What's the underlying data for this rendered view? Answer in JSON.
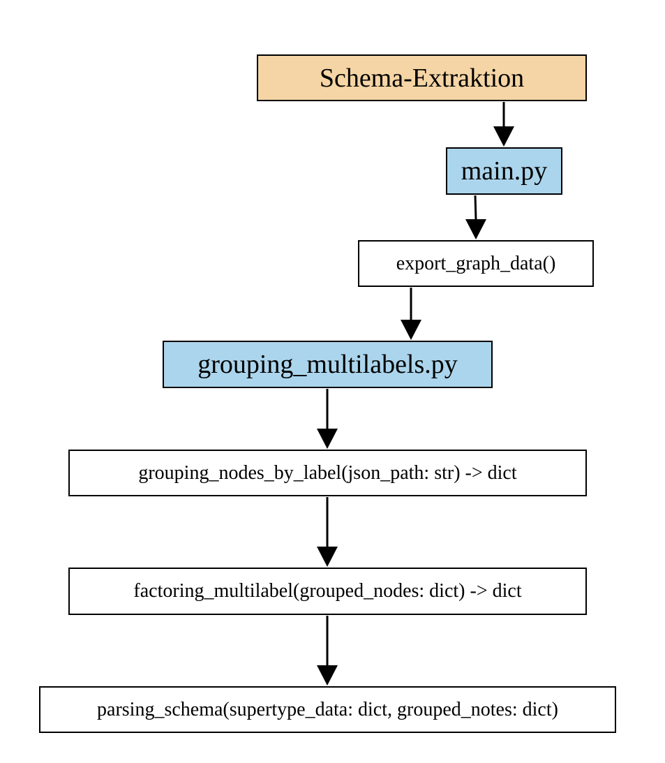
{
  "diagram": {
    "nodes": {
      "root": "Schema-Extraktion",
      "main": "main.py",
      "export": "export_graph_data()",
      "grouping": "grouping_multilabels.py",
      "grouping_nodes": "grouping_nodes_by_label(json_path: str) -> dict",
      "factoring": "factoring_multilabel(grouped_nodes: dict) -> dict",
      "parsing": "parsing_schema(supertype_data: dict, grouped_notes: dict)"
    },
    "edges": [
      {
        "from": "Schema-Extraktion",
        "to": "main.py"
      },
      {
        "from": "main.py",
        "to": "export_graph_data()"
      },
      {
        "from": "export_graph_data()",
        "to": "grouping_multilabels.py"
      },
      {
        "from": "grouping_multilabels.py",
        "to": "grouping_nodes_by_label(json_path: str) -> dict"
      },
      {
        "from": "grouping_nodes_by_label(json_path: str) -> dict",
        "to": "factoring_multilabel(grouped_nodes: dict) -> dict"
      },
      {
        "from": "factoring_multilabel(grouped_nodes: dict) -> dict",
        "to": "parsing_schema(supertype_data: dict, grouped_notes: dict)"
      }
    ],
    "colors": {
      "root_fill": "#f5d5a5",
      "module_fill": "#abd5ec",
      "function_fill": "#ffffff",
      "stroke": "#000000"
    }
  }
}
